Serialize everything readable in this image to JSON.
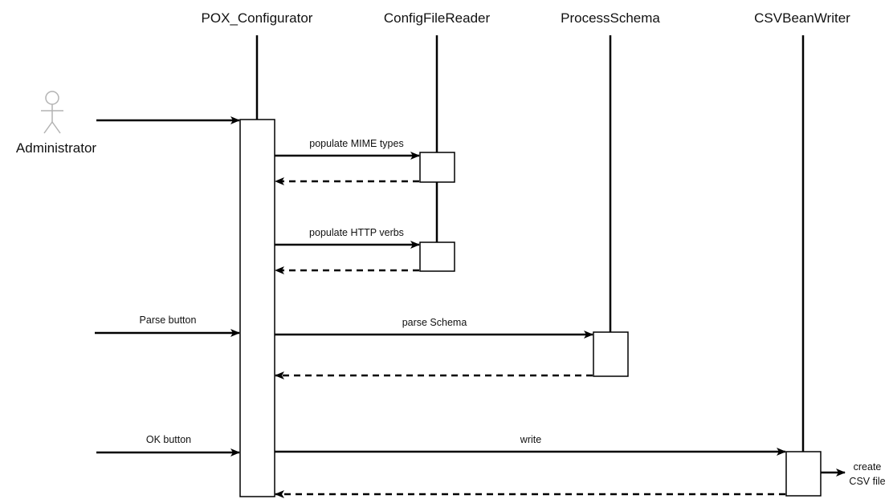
{
  "participants": {
    "pox": "POX_Configurator",
    "reader": "ConfigFileReader",
    "schema": "ProcessSchema",
    "writer": "CSVBeanWriter"
  },
  "actor": {
    "name": "Administrator",
    "icon": "stick-figure-icon"
  },
  "messages": {
    "populate_mime": "populate MIME types",
    "populate_http": "populate HTTP verbs",
    "parse_button": "Parse button",
    "parse_schema": "parse Schema",
    "ok_button": "OK button",
    "write": "write"
  },
  "note": {
    "line1": "create",
    "line2": "CSV file"
  },
  "colors": {
    "stroke": "#000000",
    "actor_stroke": "#b3b3b3",
    "background": "#ffffff"
  }
}
